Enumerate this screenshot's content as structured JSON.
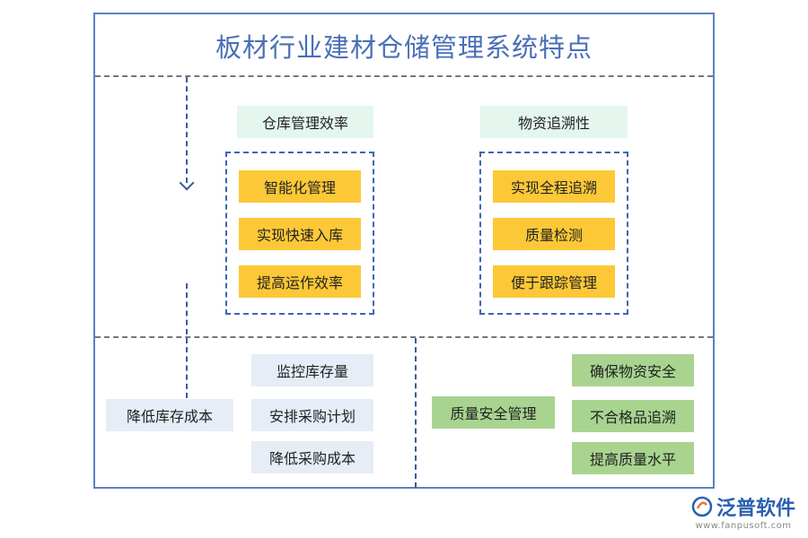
{
  "title": "板材行业建材仓储管理系统特点",
  "sections": {
    "efficiency": {
      "header": "仓库管理效率",
      "items": [
        "智能化管理",
        "实现快速入库",
        "提高运作效率"
      ]
    },
    "traceability": {
      "header": "物资追溯性",
      "items": [
        "实现全程追溯",
        "质量检测",
        "便于跟踪管理"
      ]
    },
    "cost": {
      "header": "降低库存成本",
      "items": [
        "监控库存量",
        "安排采购计划",
        "降低采购成本"
      ]
    },
    "quality": {
      "header": "质量安全管理",
      "items": [
        "确保物资安全",
        "不合格品追溯",
        "提高质量水平"
      ]
    }
  },
  "watermark": {
    "name": "泛普软件",
    "url": "www.fanpusoft.com"
  },
  "colors": {
    "title": "#4a6fb8",
    "frame": "#5b7fc4",
    "mint": "#e4f6ed",
    "yellow": "#fcc837",
    "light_blue": "#e6edf7",
    "green": "#a8d490"
  }
}
